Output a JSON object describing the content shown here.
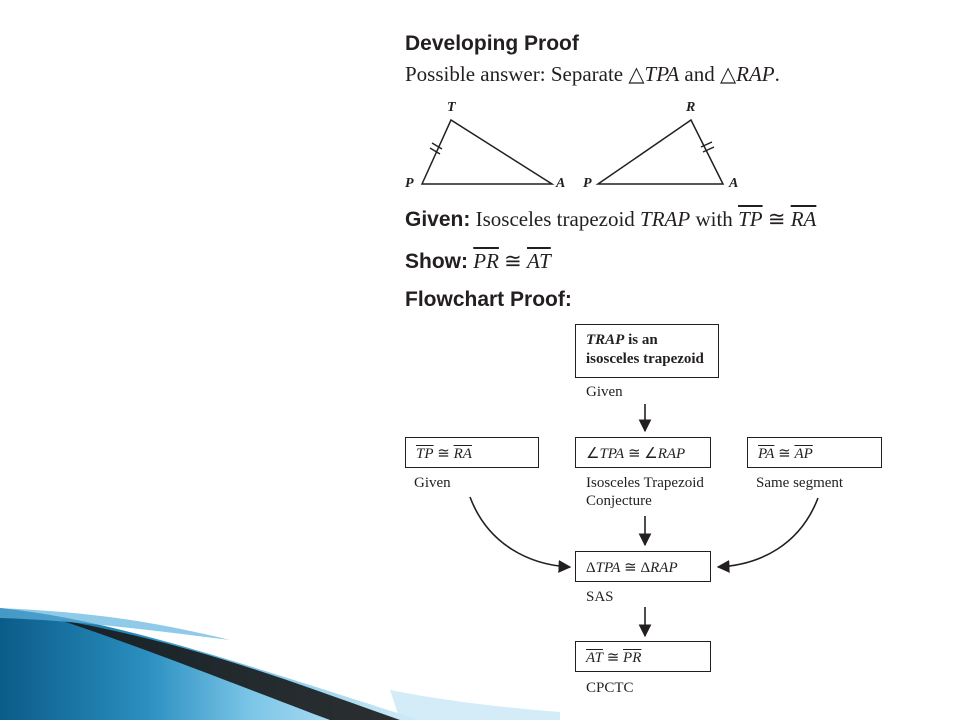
{
  "heading": "Developing Proof",
  "intro": {
    "prefix": "Possible answer: Separate ",
    "tri1": "TPA",
    "and": " and ",
    "tri2": "RAP",
    "suffix": "."
  },
  "triangle_labels": {
    "t1_top": "T",
    "t1_left": "P",
    "t1_right": "A",
    "t2_top": "R",
    "t2_left": "P",
    "t2_right": "A"
  },
  "given": {
    "label": "Given:",
    "text": " Isosceles trapezoid ",
    "name": "TRAP",
    "with": " with ",
    "seg1": "TP",
    "cong": " ≅ ",
    "seg2": "RA"
  },
  "show": {
    "label": "Show:",
    "seg1": "PR",
    "cong": " ≅ ",
    "seg2": "AT"
  },
  "flowchart_heading": "Flowchart Proof:",
  "boxes": {
    "top": {
      "name": "TRAP",
      "text1": " is an",
      "text2": "isosceles trapezoid",
      "reason": "Given"
    },
    "left": {
      "seg1": "TP",
      "cong": " ≅ ",
      "seg2": "RA",
      "reason": "Given"
    },
    "mid": {
      "a1": "∠",
      "t1": "TPA",
      "cong": " ≅ ",
      "a2": "∠",
      "t2": "RAP",
      "reason1": "Isosceles Trapezoid",
      "reason2": "Conjecture"
    },
    "right": {
      "seg1": "PA",
      "cong": " ≅ ",
      "seg2": "AP",
      "reason": "Same segment"
    },
    "tri": {
      "d1": "Δ",
      "t1": "TPA",
      "cong": " ≅ ",
      "d2": "Δ",
      "t2": "RAP",
      "reason": "SAS"
    },
    "final": {
      "seg1": "AT",
      "cong": " ≅ ",
      "seg2": "PR",
      "reason": "CPCTC"
    }
  },
  "colors": {
    "accent_dark": "#0c5c8a",
    "accent_light": "#7cc6e8",
    "ink": "#231f20"
  }
}
